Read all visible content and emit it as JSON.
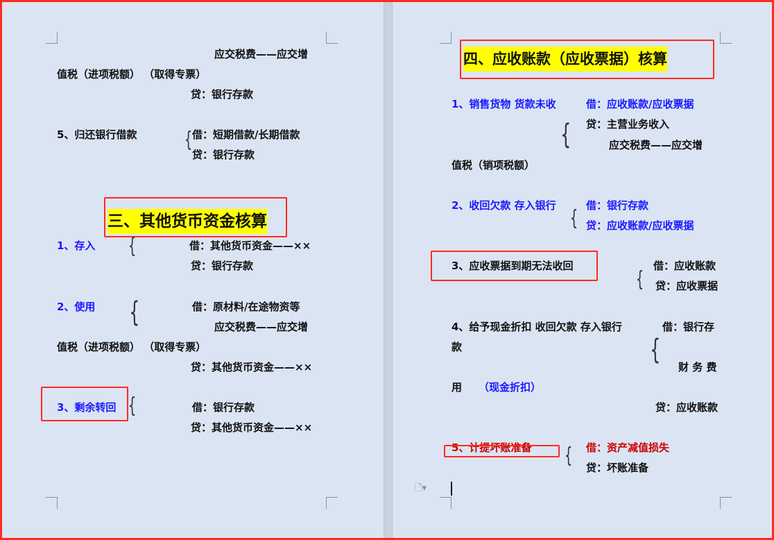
{
  "left_page": {
    "l1": "应交税费——应交增",
    "l2": "值税（进项税额）  （取得专票）",
    "l3": "贷：银行存款",
    "item5": {
      "label": "5、归还银行借款",
      "debit": "借：短期借款/长期借款",
      "credit": "贷：银行存款"
    },
    "section_title": "三、其他货币资金核算",
    "item1": {
      "label": "1、存入",
      "debit": "借：其他货币资金——××",
      "credit": "贷：银行存款"
    },
    "item2": {
      "label": "2、使用",
      "debit": "借：原材料/在途物资等",
      "debit2a": "应交税费——应交增",
      "debit2b": "值税（进项税额）  （取得专票）",
      "credit": "贷：其他货币资金——××"
    },
    "item3": {
      "label": "3、剩余转回",
      "debit": "借：银行存款",
      "credit": "贷：其他货币资金——××"
    }
  },
  "right_page": {
    "section_title": "四、应收账款（应收票据）核算",
    "item1": {
      "label": "1、销售货物  货款未收",
      "debit": "借：应收账款/应收票据",
      "credit": "贷：主营业务收入",
      "credit2a": "应交税费——应交增",
      "credit2b": "值税（销项税额）"
    },
    "item2": {
      "label": "2、收回欠款  存入银行",
      "debit": "借：银行存款",
      "credit": "贷：应收账款/应收票据"
    },
    "item3": {
      "label": "3、应收票据到期无法收回",
      "debit": "借：应收账款",
      "credit": "贷：应收票据"
    },
    "item4": {
      "label": "4、给予现金折扣  收回欠款  存入银行",
      "debit_a": "借：银行存",
      "debit_b": "款",
      "debit2a": "财 务 费",
      "debit2b": "用",
      "note": "（现金折扣）",
      "credit": "贷：应收账款"
    },
    "item5": {
      "label": "5、计提坏账准备",
      "debit": "借：资产减值损失",
      "credit": "贷：坏账准备"
    }
  },
  "colors": {
    "highlight": "#ffff00",
    "annotation_box": "#ff2a1f",
    "blue_text": "#1a1aff",
    "red_text": "#cc0000"
  },
  "icons": {
    "paste_options": "paste-options-icon",
    "brace": "{"
  }
}
